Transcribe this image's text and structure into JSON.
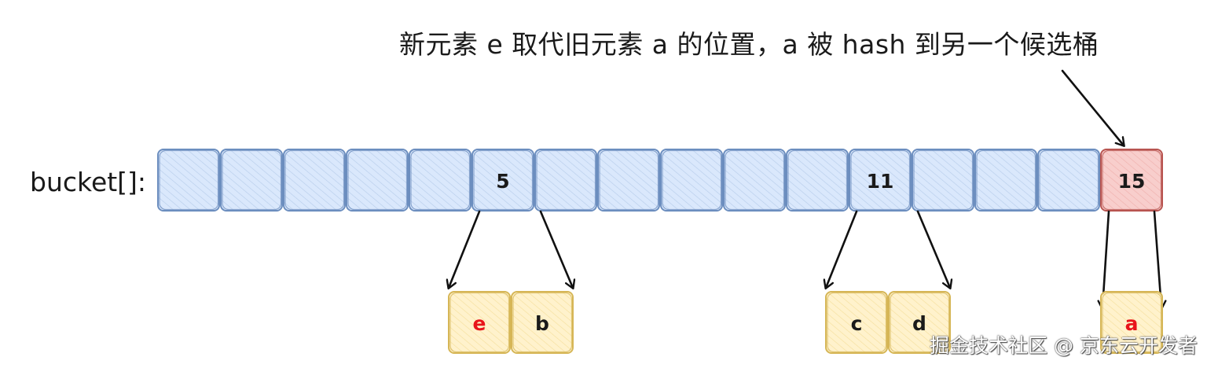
{
  "caption": "新元素 e 取代旧元素 a 的位置，a 被 hash 到另一个候选桶",
  "bucket_label": "bucket[]:",
  "bucket_count": 16,
  "buckets": [
    {
      "index": 5,
      "label": "5"
    },
    {
      "index": 11,
      "label": "11"
    },
    {
      "index": 15,
      "label": "15",
      "highlight": true
    }
  ],
  "chains": [
    {
      "bucket": 5,
      "items": [
        {
          "label": "e",
          "color": "#e8141b"
        },
        {
          "label": "b",
          "color": "#1a1a1a"
        }
      ]
    },
    {
      "bucket": 11,
      "items": [
        {
          "label": "c",
          "color": "#1a1a1a"
        },
        {
          "label": "d",
          "color": "#1a1a1a"
        }
      ]
    },
    {
      "bucket": 15,
      "items": [
        {
          "label": "a",
          "color": "#e8141b"
        }
      ]
    }
  ],
  "colors": {
    "bucket_stroke": "#6c8ebf",
    "bucket_fill": "#dae8fc",
    "highlight_stroke": "#b85450",
    "highlight_fill": "#f8cecc",
    "item_stroke": "#d6b656",
    "item_fill": "#fff2cc"
  },
  "watermark": "掘金技术社区 @ 京东云开发者"
}
